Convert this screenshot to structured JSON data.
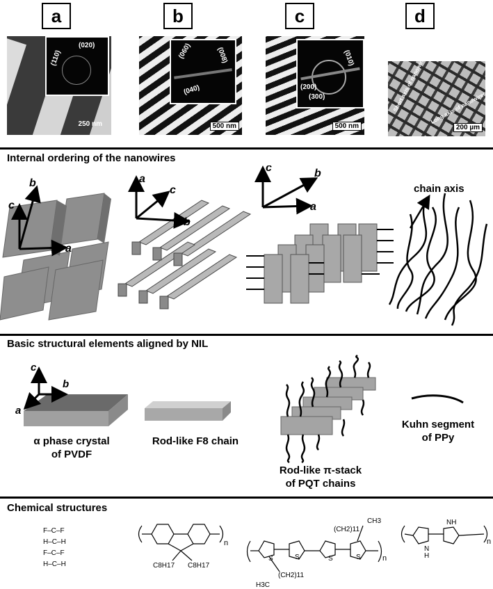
{
  "panels": [
    {
      "label": "a",
      "scale_bar": "250 nm",
      "inset_labels": [
        "(110)",
        "(020)"
      ]
    },
    {
      "label": "b",
      "scale_bar": "500 nm",
      "inset_labels": [
        "(060)",
        "(008)",
        "(040)"
      ]
    },
    {
      "label": "c",
      "scale_bar": "500 nm",
      "inset_labels": [
        "(010)",
        "(200)",
        "(300)"
      ]
    },
    {
      "label": "d",
      "scale_bar": "200 µm",
      "axis_labels": [
        "Short axis of nanowires",
        "Long axis of nanowires"
      ]
    }
  ],
  "sections": {
    "internal": {
      "title": "Internal ordering of the nanowires",
      "diagram1_axes": [
        "c",
        "b",
        "a"
      ],
      "diagram2_axes": [
        "a",
        "c",
        "b"
      ],
      "diagram3_axes": [
        "c",
        "b",
        "a"
      ],
      "chain_axis_label": "chain axis"
    },
    "basic": {
      "title": "Basic structural elements aligned by NIL",
      "axes": [
        "c",
        "b",
        "a"
      ],
      "alpha_symbol": "α",
      "caption1_line1_rest": " phase crystal",
      "caption1_line2": "of PVDF",
      "caption2": "Rod-like F8 chain",
      "caption3_line1_pre": "Rod-like ",
      "caption3_pi": "π",
      "caption3_line1_post": "-stack",
      "caption3_line2": "of PQT chains",
      "caption4_line1": "Kuhn segment",
      "caption4_line2": "of PPy"
    },
    "chemical": {
      "title": "Chemical structures",
      "pvdf_atoms": [
        "F–C–F",
        "H–C–H",
        "F–C–F",
        "H–C–H"
      ],
      "f8_sub": "C8H17",
      "repeat_n": "n",
      "pqt_ch3": "CH3",
      "pqt_chain": "(CH2)11",
      "pqt_h3c": "H3C",
      "s_atom": "S",
      "nh_atom": "NH",
      "h_atom": "H",
      "n_atom": "N"
    }
  }
}
